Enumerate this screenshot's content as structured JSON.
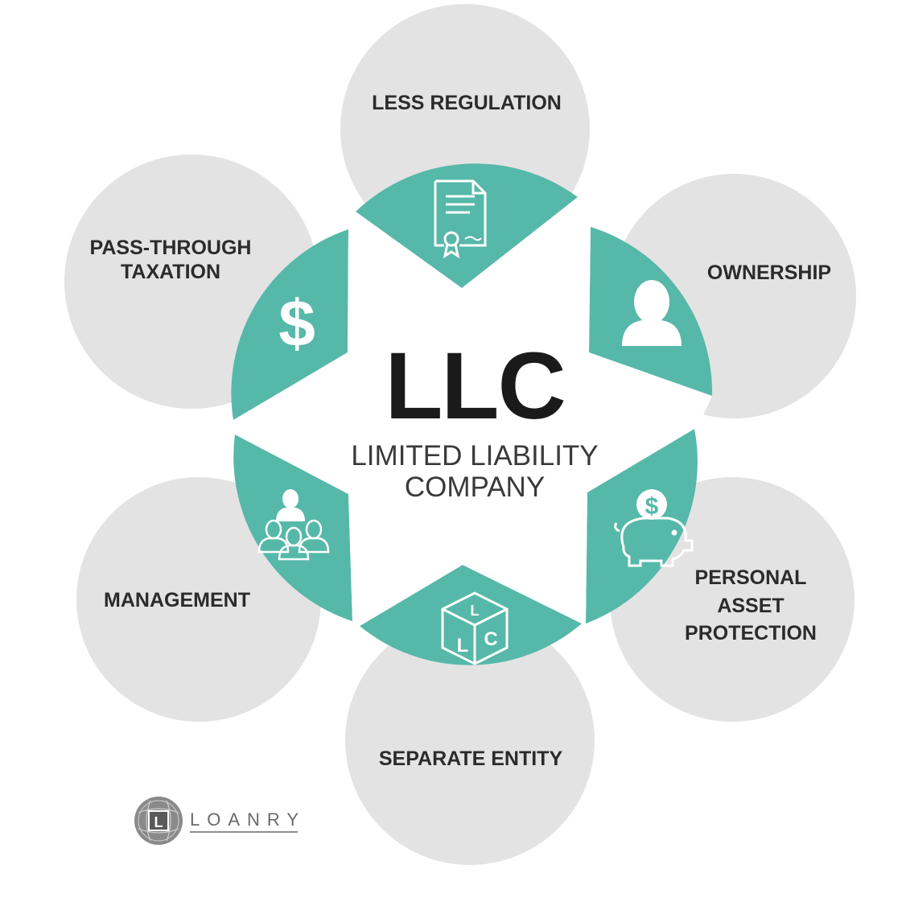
{
  "center": {
    "title": "LLC",
    "subtitle_line1": "LIMITED LIABILITY",
    "subtitle_line2": "COMPANY"
  },
  "petals": [
    {
      "id": "less-regulation",
      "lines": [
        "LESS REGULATION"
      ],
      "icon": "certificate-document-icon"
    },
    {
      "id": "ownership",
      "lines": [
        "OWNERSHIP"
      ],
      "icon": "person-bust-icon"
    },
    {
      "id": "personal-asset-protection",
      "lines": [
        "PERSONAL",
        "ASSET",
        "PROTECTION"
      ],
      "icon": "piggy-bank-dollar-icon"
    },
    {
      "id": "separate-entity",
      "lines": [
        "SEPARATE ENTITY"
      ],
      "icon": "llc-cube-icon"
    },
    {
      "id": "management",
      "lines": [
        "MANAGEMENT"
      ],
      "icon": "group-of-people-icon"
    },
    {
      "id": "pass-through-taxation",
      "lines": [
        "PASS-THROUGH",
        "TAXATION"
      ],
      "icon": "dollar-sign-icon"
    }
  ],
  "logo": {
    "text": "LOANRY",
    "mark_letter": "L"
  },
  "colors": {
    "teal": "#56b8a9",
    "circle_gray": "#e3e3e3",
    "center_white": "#ffffff",
    "text_dark": "#2b2b2b"
  }
}
